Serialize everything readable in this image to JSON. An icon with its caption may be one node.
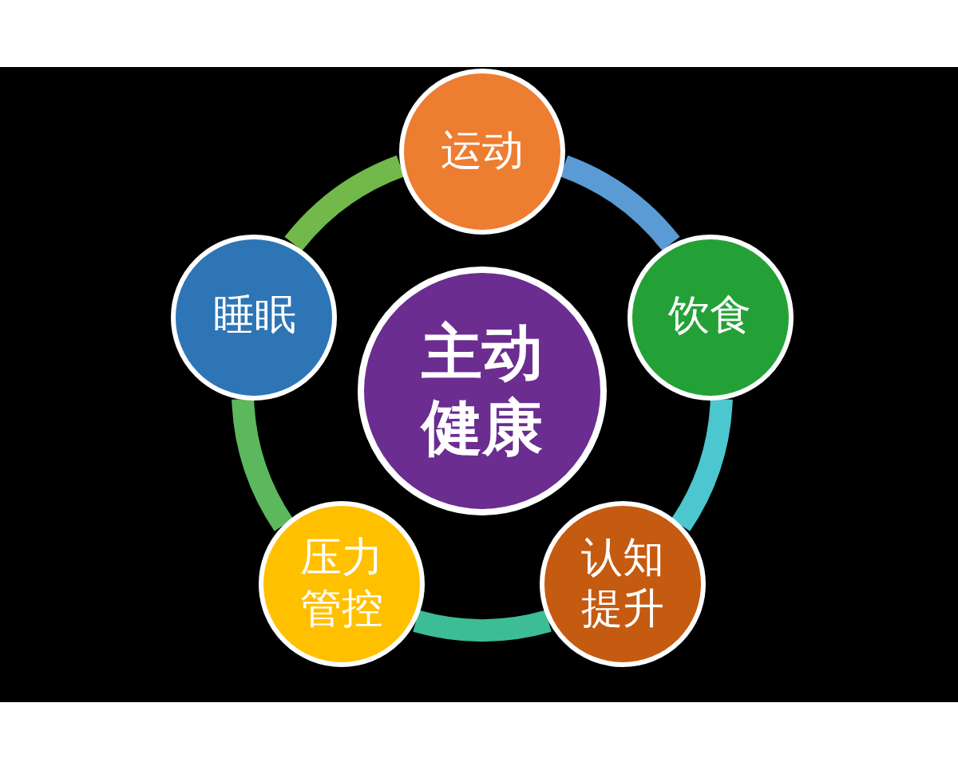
{
  "diagram": {
    "nodes": [
      {
        "text": [
          "主动健康"
        ]
      },
      {
        "text": [
          "运动"
        ]
      },
      {
        "text": [
          "饮食"
        ]
      },
      {
        "text": [
          "认知提升"
        ]
      },
      {
        "text": [
          "压力管控"
        ]
      },
      {
        "text": [
          "睡眠"
        ]
      }
    ],
    "edges": [
      {
        "from": 1,
        "to": 2,
        "arrow": "none",
        "color": "#5b9bd5"
      },
      {
        "from": 2,
        "to": 3,
        "arrow": "none",
        "color": "#4cc6cf"
      },
      {
        "from": 3,
        "to": 4,
        "arrow": "none",
        "color": "#3dbd95"
      },
      {
        "from": 4,
        "to": 5,
        "arrow": "none",
        "color": "#5cb85c"
      },
      {
        "from": 5,
        "to": 1,
        "arrow": "none",
        "color": "#72b84a"
      }
    ]
  }
}
